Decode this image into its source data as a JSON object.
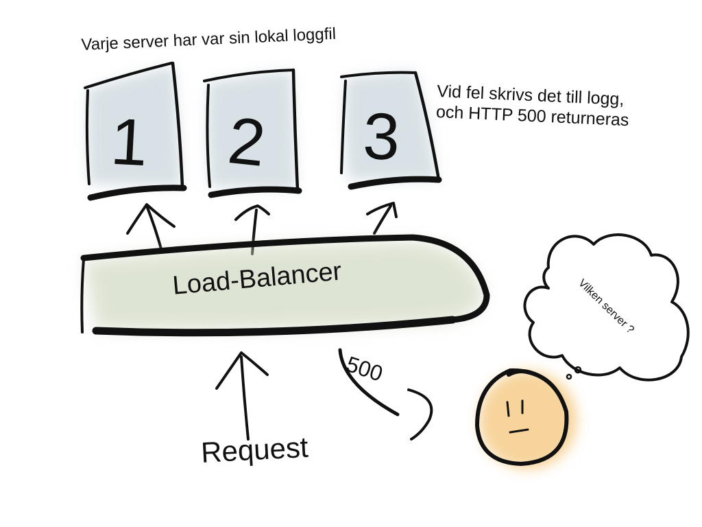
{
  "annotations": {
    "servers_note": "Varje server har var sin lokal loggfil",
    "error_note_line1": "Vid fel skrivs det till logg,",
    "error_note_line2": "och HTTP 500 returneras"
  },
  "servers": [
    {
      "number": "1"
    },
    {
      "number": "2"
    },
    {
      "number": "3"
    }
  ],
  "load_balancer": {
    "label": "Load-Balancer"
  },
  "request": {
    "label": "Request"
  },
  "response": {
    "status_code": "500"
  },
  "thought": {
    "text": "Vilken server ?"
  },
  "colors": {
    "ink": "#111111",
    "server_wash": "#b9c9d1",
    "balancer_wash": "#c9d3b8",
    "face_wash": "#f2b85a",
    "background": "#ffffff"
  }
}
